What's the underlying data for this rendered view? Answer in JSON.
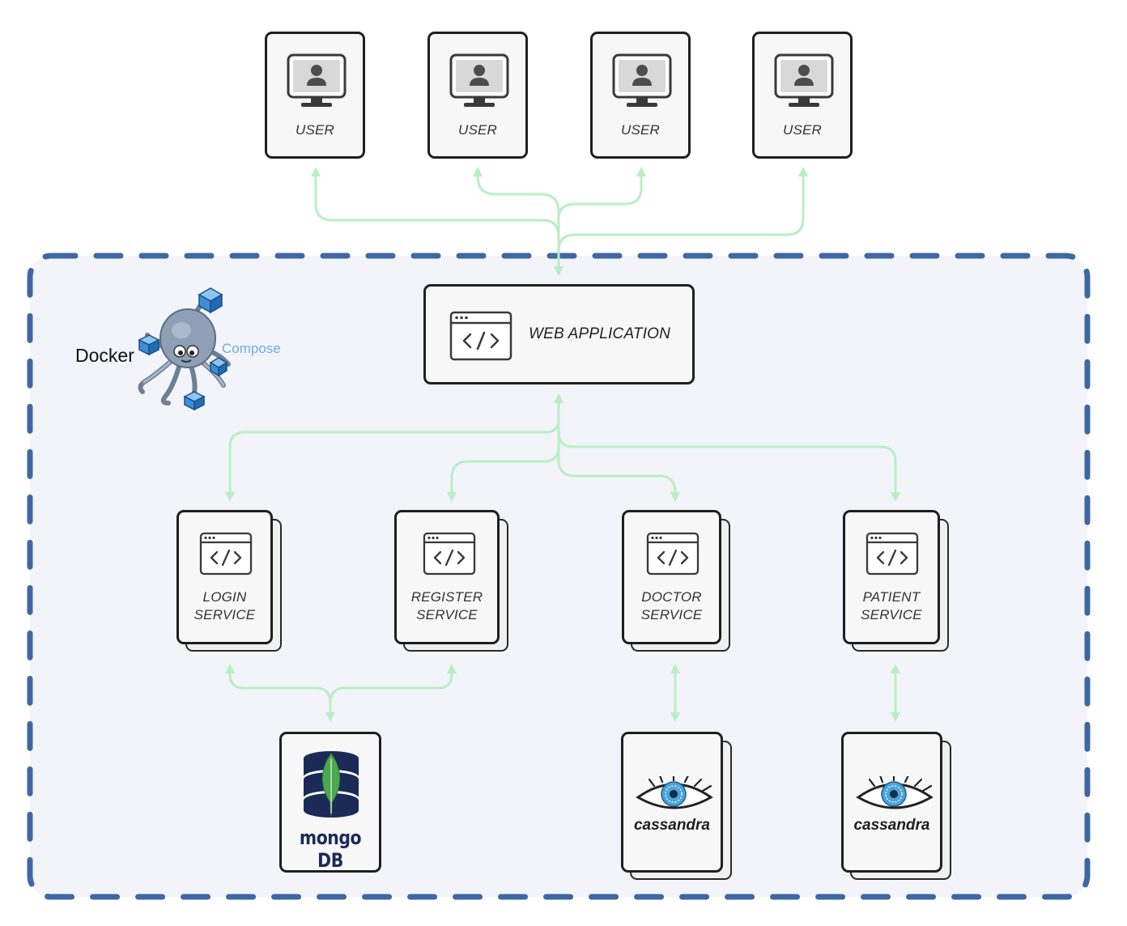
{
  "users": [
    "USER",
    "USER",
    "USER",
    "USER"
  ],
  "docker_compose": {
    "docker_label": "Docker",
    "compose_label": "Compose"
  },
  "web_application": {
    "label": "WEB APPLICATION"
  },
  "services": [
    {
      "line1": "LOGIN",
      "line2": "SERVICE"
    },
    {
      "line1": "REGISTER",
      "line2": "SERVICE"
    },
    {
      "line1": "DOCTOR",
      "line2": "SERVICE"
    },
    {
      "line1": "PATIENT",
      "line2": "SERVICE"
    }
  ],
  "databases": {
    "mongo": {
      "label": "mongo DB"
    },
    "cassandra_doctor": {
      "label": "cassandra"
    },
    "cassandra_patient": {
      "label": "cassandra"
    }
  },
  "colors": {
    "arrow": "#b8efc2",
    "dashed_border": "#3f67a3",
    "container_fill": "#f2f4fa",
    "compose_text": "#6fa9e8",
    "mongo_leaf": "#4aa84f",
    "mongo_navy": "#1b2a57",
    "cassandra_eye": "#4aa3dc"
  }
}
